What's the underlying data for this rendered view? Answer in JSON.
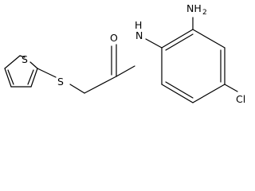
{
  "structure": {
    "atoms": {
      "sulfur_ring": "S",
      "sulfur_thioether": "S",
      "oxygen": "O",
      "amide_nitrogen": "N",
      "amide_hydrogen": "H",
      "amino_group": "NH",
      "amino_subscript": "2",
      "chlorine": "Cl"
    }
  }
}
